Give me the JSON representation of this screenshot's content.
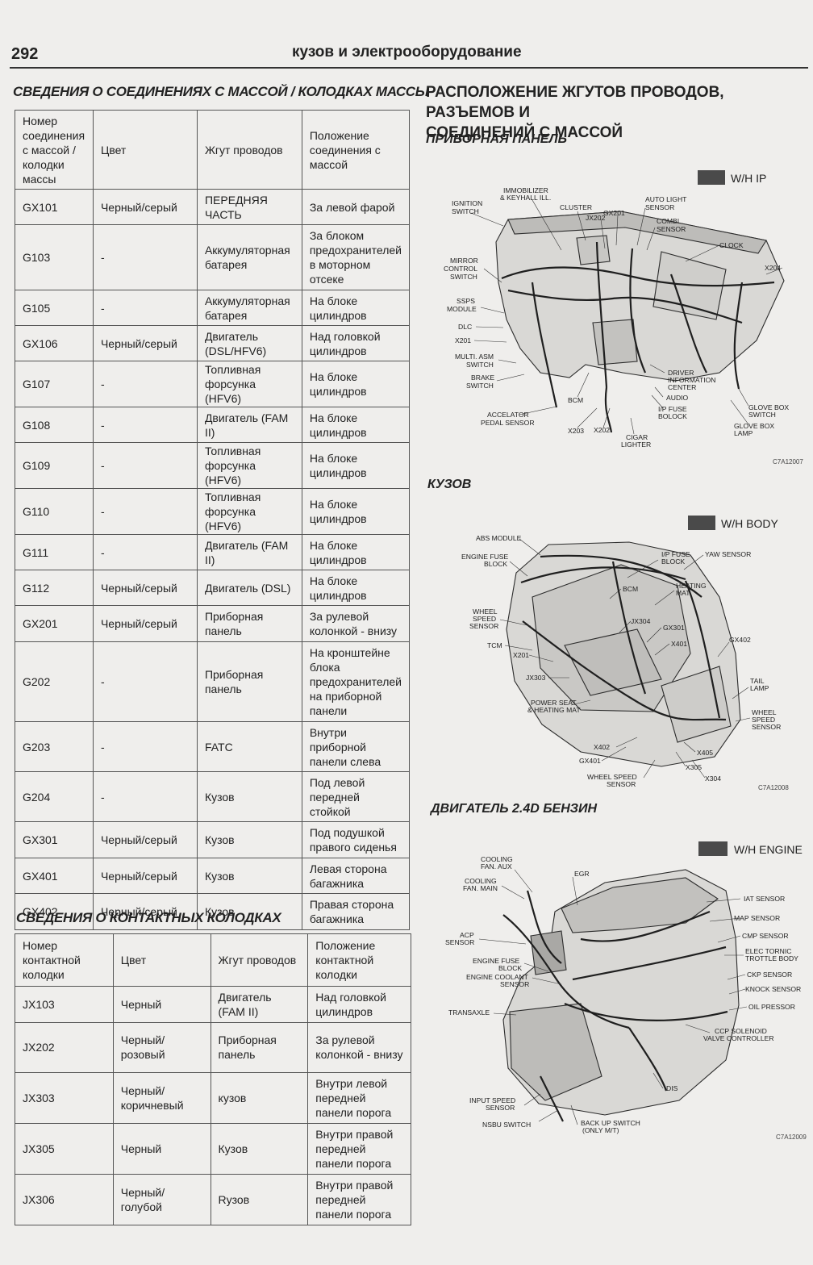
{
  "header": {
    "page_number": "292",
    "running_head": "кузов и электрооборудование"
  },
  "ground_section": {
    "title": "СВЕДЕНИЯ О СОЕДИНЕНИЯХ С МАССОЙ / КОЛОДКАХ МАССЫ",
    "headers": [
      "Номер соединения с массой / колодки массы",
      "Цвет",
      "Жгут проводов",
      "Положение соединения с массой"
    ],
    "rows": [
      [
        "GX101",
        "Черный/серый",
        "ПЕРЕДНЯЯ ЧАСТЬ",
        "За левой фарой"
      ],
      [
        "G103",
        "-",
        "Аккумуляторная батарея",
        "За блоком предохранителей в моторном отсеке"
      ],
      [
        "G105",
        "-",
        "Аккумуляторная батарея",
        "На блоке цилиндров"
      ],
      [
        "GX106",
        "Черный/серый",
        "Двигатель (DSL/HFV6)",
        "Над головкой цилиндров"
      ],
      [
        "G107",
        "-",
        "Топливная форсунка (HFV6)",
        "На блоке цилиндров"
      ],
      [
        "G108",
        "-",
        "Двигатель (FAM II)",
        "На блоке цилиндров"
      ],
      [
        "G109",
        "-",
        "Топливная форсунка (HFV6)",
        "На блоке цилиндров"
      ],
      [
        "G110",
        "-",
        "Топливная форсунка (HFV6)",
        "На блоке цилиндров"
      ],
      [
        "G111",
        "-",
        "Двигатель (FAM II)",
        "На блоке цилиндров"
      ],
      [
        "G112",
        "Черный/серый",
        "Двигатель (DSL)",
        "На блоке цилиндров"
      ],
      [
        "GX201",
        "Черный/серый",
        "Приборная панель",
        "За рулевой колонкой - внизу"
      ],
      [
        "G202",
        "-",
        "Приборная панель",
        "На кронштейне блока предохранителей на приборной панели"
      ],
      [
        "G203",
        "-",
        "FATC",
        "Внутри приборной панели слева"
      ],
      [
        "G204",
        "-",
        "Кузов",
        "Под левой передней стойкой"
      ],
      [
        "GX301",
        "Черный/серый",
        "Кузов",
        "Под подушкой правого сиденья"
      ],
      [
        "GX401",
        "Черный/серый",
        "Кузов",
        "Левая сторона багажника"
      ],
      [
        "GX402",
        "Черный/серый",
        "Кузов",
        "Правая сторона багажника"
      ]
    ]
  },
  "connector_section": {
    "title": "СВЕДЕНИЯ О КОНТАКТНЫХ КОЛОДКАХ",
    "headers": [
      "Номер контактной колодки",
      "Цвет",
      "Жгут проводов",
      "Положение контактной колодки"
    ],
    "rows": [
      [
        "JX103",
        "Черный",
        "Двигатель (FAM II)",
        "Над головкой цилиндров"
      ],
      [
        "JX202",
        "Черный/розовый",
        "Приборная панель",
        "За рулевой колонкой - внизу"
      ],
      [
        "JX303",
        "Черный/коричневый",
        "кузов",
        "Внутри левой передней панели порога"
      ],
      [
        "JX305",
        "Черный",
        "Кузов",
        "Внутри правой передней панели порога"
      ],
      [
        "JX306",
        "Черный/голубой",
        "Rузов",
        "Внутри правой передней панели порога"
      ]
    ]
  },
  "right_column": {
    "title_line1": "РАСПОЛОЖЕНИЕ ЖГУТОВ ПРОВОДОВ, РАЗЪЕМОВ И",
    "title_line2": "СОЕДИНЕНИЙ С МАССОЙ"
  },
  "dashboard": {
    "subtitle": "ПРИБОРНАЯ ПАНЕЛЬ",
    "legend": "W/H IP",
    "code": "C7A12007",
    "labels": {
      "ignition_l1": "IGNITION",
      "ignition_l2": "SWITCH",
      "immobilizer_l1": "IMMOBILIZER",
      "immobilizer_l2": "& KEYHALL ILL.",
      "cluster": "CLUSTER",
      "jx202": "JX202",
      "gx201": "GX201",
      "autolight_l1": "AUTO LIGHT",
      "autolight_l2": "SENSOR",
      "combi_l1": "COMBI",
      "combi_l2": "SENSOR",
      "clock": "CLOCK",
      "x204": "X204",
      "mirror_l1": "MIRROR",
      "mirror_l2": "CONTROL",
      "mirror_l3": "SWITCH",
      "ssps_l1": "SSPS",
      "ssps_l2": "MODULE",
      "dlc": "DLC",
      "x201": "X201",
      "multiasm_l1": "MULTI. ASM",
      "multiasm_l2": "SWITCH",
      "brake_l1": "BRAKE",
      "brake_l2": "SWITCH",
      "accel_l1": "ACCELATOR",
      "accel_l2": "PEDAL SENSOR",
      "bcm": "BCM",
      "x203": "X203",
      "x202": "X202",
      "cigar_l1": "CIGAR",
      "cigar_l2": "LIGHTER",
      "dic_l1": "DRIVER",
      "dic_l2": "INFORMATION",
      "dic_l3": "CENTER",
      "audio": "AUDIO",
      "ipfuse_l1": "I/P FUSE",
      "ipfuse_l2": "BOLOCK",
      "gbswitch_l1": "GLOVE BOX",
      "gbswitch_l2": "SWITCH",
      "gblamp_l1": "GLOVE BOX",
      "gblamp_l2": "LAMP"
    }
  },
  "body": {
    "subtitle": "КУЗОВ",
    "legend": "W/H BODY",
    "code": "C7A12008",
    "labels": {
      "abs": "ABS MODULE",
      "efb_l1": "ENGINE FUSE",
      "efb_l2": "BLOCK",
      "ipfuse_l1": "I/P FUSE",
      "ipfuse_l2": "BLOCK",
      "yaw": "YAW SENSOR",
      "heating_l1": "HEATING",
      "heating_l2": "MAT",
      "bcm": "BCM",
      "wss_l1": "WHEEL",
      "wss_l2": "SPEED",
      "wss_l3": "SENSOR",
      "jx304": "JX304",
      "gx301": "GX301",
      "tcm": "TCM",
      "x201": "X201",
      "x401": "X401",
      "gx402": "GX402",
      "jx303": "JX303",
      "taillamp_l1": "TAIL",
      "taillamp_l2": "LAMP",
      "powerseat_l1": "POWER SEAT",
      "powerseat_l2": "& HEATING MAT",
      "wss_r_l1": "WHEEL",
      "wss_r_l2": "SPEED",
      "wss_r_l3": "SENSOR",
      "x402": "X402",
      "x405": "X405",
      "gx401": "GX401",
      "x305": "X305",
      "x304": "X304",
      "wss_b_l1": "WHEEL SPEED",
      "wss_b_l2": "SENSOR"
    }
  },
  "engine": {
    "subtitle": "ДВИГАТЕЛЬ 2.4D БЕНЗИН",
    "legend": "W/H ENGINE",
    "code": "C7A12009",
    "labels": {
      "fanaux_l1": "COOLING",
      "fanaux_l2": "FAN. AUX",
      "fanmain_l1": "COOLING",
      "fanmain_l2": "FAN. MAIN",
      "egr": "EGR",
      "iat": "IAT SENSOR",
      "map": "MAP SENSOR",
      "acp_l1": "ACP",
      "acp_l2": "SENSOR",
      "cmp": "CMP SENSOR",
      "etc_l1": "ELEC TORNIC",
      "etc_l2": "TROTTLE BODY",
      "efb_l1": "ENGINE FUSE",
      "efb_l2": "BLOCK",
      "ect_l1": "ENGINE COOLANT",
      "ect_l2": "SENSOR",
      "ckp": "CKP SENSOR",
      "knock": "KNOCK SENSOR",
      "transaxle": "TRANSAXLE",
      "oilp": "OIL PRESSOR",
      "ccp_l1": "CCP SOLENOID",
      "ccp_l2": "VALVE CONTROLLER",
      "dis": "DIS",
      "iss_l1": "INPUT SPEED",
      "iss_l2": "SENSOR",
      "nsbu": "NSBU SWITCH",
      "backup_l1": "BACK UP SWITCH",
      "backup_l2": "(ONLY M/T)"
    }
  }
}
